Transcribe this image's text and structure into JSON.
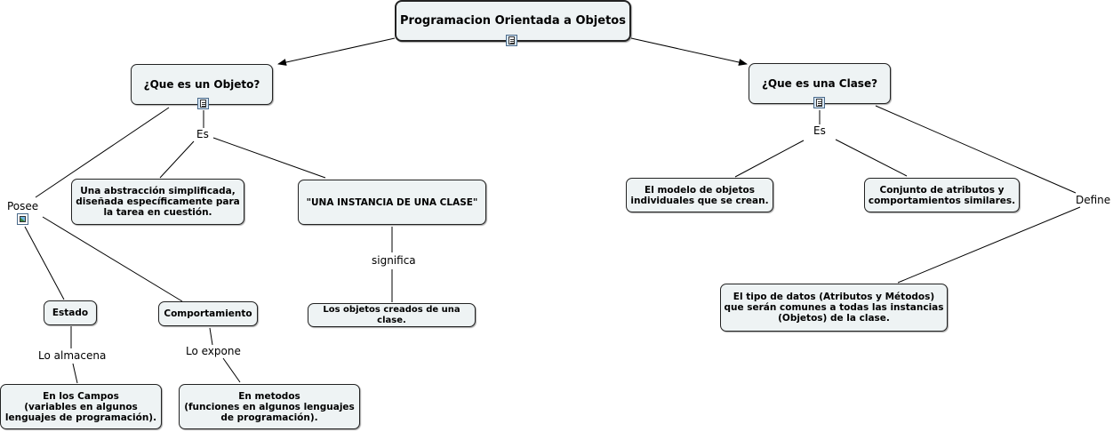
{
  "nodes": {
    "root": "Programacion Orientada a Objetos",
    "objeto": "¿Que es un Objeto?",
    "clase": "¿Que es una Clase?",
    "abstraccion": "Una abstracción simplificada,\ndiseñada específicamente para\nla tarea en cuestión.",
    "instancia": "\"UNA INSTANCIA DE UNA CLASE\"",
    "creados": "Los objetos creados de una clase.",
    "estado": "Estado",
    "comportamiento": "Comportamiento",
    "campos": "En los Campos\n(variables  en algunos\nlenguajes de programación).",
    "metodos": "En metodos\n(funciones en algunos lenguajes\nde programación).",
    "modelo": "El modelo de objetos\nindividuales que se crean.",
    "conjunto": "Conjunto de atributos y\ncomportamientos similares.",
    "tipo": "El tipo de datos (Atributos y Métodos)\nque serán comunes a todas las instancias\n(Objetos) de la clase."
  },
  "links": {
    "es_objeto": "Es",
    "posee": "Posee",
    "significa": "significa",
    "lo_almacena": "Lo almacena",
    "lo_expone": "Lo expone",
    "es_clase": "Es",
    "define": "Define"
  },
  "icons": [
    "document-icon",
    "image-icon"
  ]
}
